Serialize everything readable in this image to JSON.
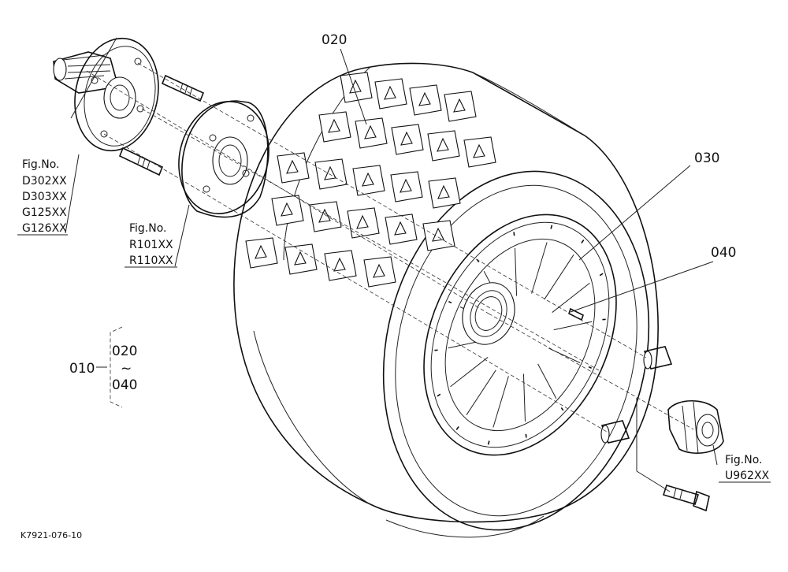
{
  "callouts": {
    "tire": "020",
    "wheel": "030",
    "valve": "040",
    "assembly": "010",
    "range_start": "020",
    "range_tilde": "~",
    "range_end": "040"
  },
  "fig_refs": {
    "axle": {
      "label": "Fig.No.",
      "codes": [
        "D302XX",
        "D303XX",
        "G125XX",
        "G126XX"
      ]
    },
    "hub": {
      "label": "Fig.No.",
      "codes": [
        "R101XX",
        "R110XX"
      ]
    },
    "nut": {
      "label": "Fig.No.",
      "codes": [
        "U962XX"
      ]
    }
  },
  "drawing_number": "K7921-076-10"
}
